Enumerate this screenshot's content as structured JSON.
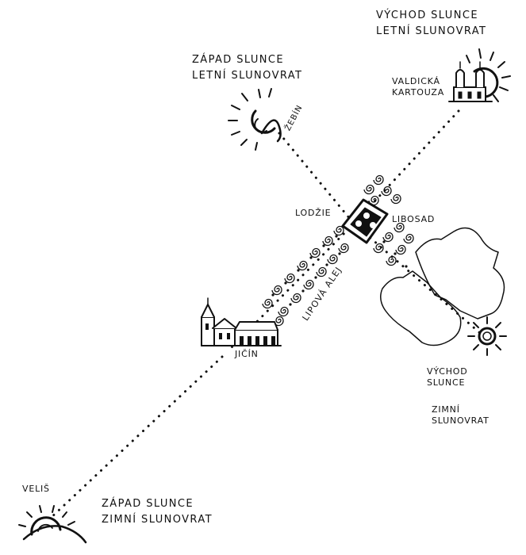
{
  "labels": {
    "vychod_letni": [
      "VÝCHOD SLUNCE",
      "LETNÍ SLUNOVRAT"
    ],
    "zapad_letni": [
      "ZÁPAD SLUNCE",
      "LETNÍ SLUNOVRAT"
    ],
    "zapad_zimni": [
      "ZÁPAD SLUNCE",
      "ZIMNÍ SLUNOVRAT"
    ],
    "vychod_zimni_a": [
      "VÝCHOD",
      "SLUNCE"
    ],
    "vychod_zimni_b": [
      "ZIMNÍ",
      "SLUNOVRAT"
    ],
    "valdicka": [
      "VALDICKÁ",
      "KARTOUZA"
    ],
    "zebin": "ŽEBÍN",
    "lodzie": "LODŽIE",
    "libosad": "LIBOSAD",
    "lipova_alej": "LIPOVÁ ALEJ",
    "jicin": "JIČÍN",
    "velis": "VELIŠ"
  },
  "colors": {
    "ink": "#111111",
    "paper": "#ffffff"
  },
  "icons": {
    "sun_summer_sunrise": "sun-with-rays",
    "sun_summer_sunset": "sun-with-rays",
    "sun_winter_sunrise": "sun-with-rays",
    "sun_winter_sunset": "setting-sun-over-hill",
    "loggia": "building-with-arches",
    "town": "church-and-houses",
    "monastery": "monastery-towers",
    "garden": "tree-spirals"
  }
}
